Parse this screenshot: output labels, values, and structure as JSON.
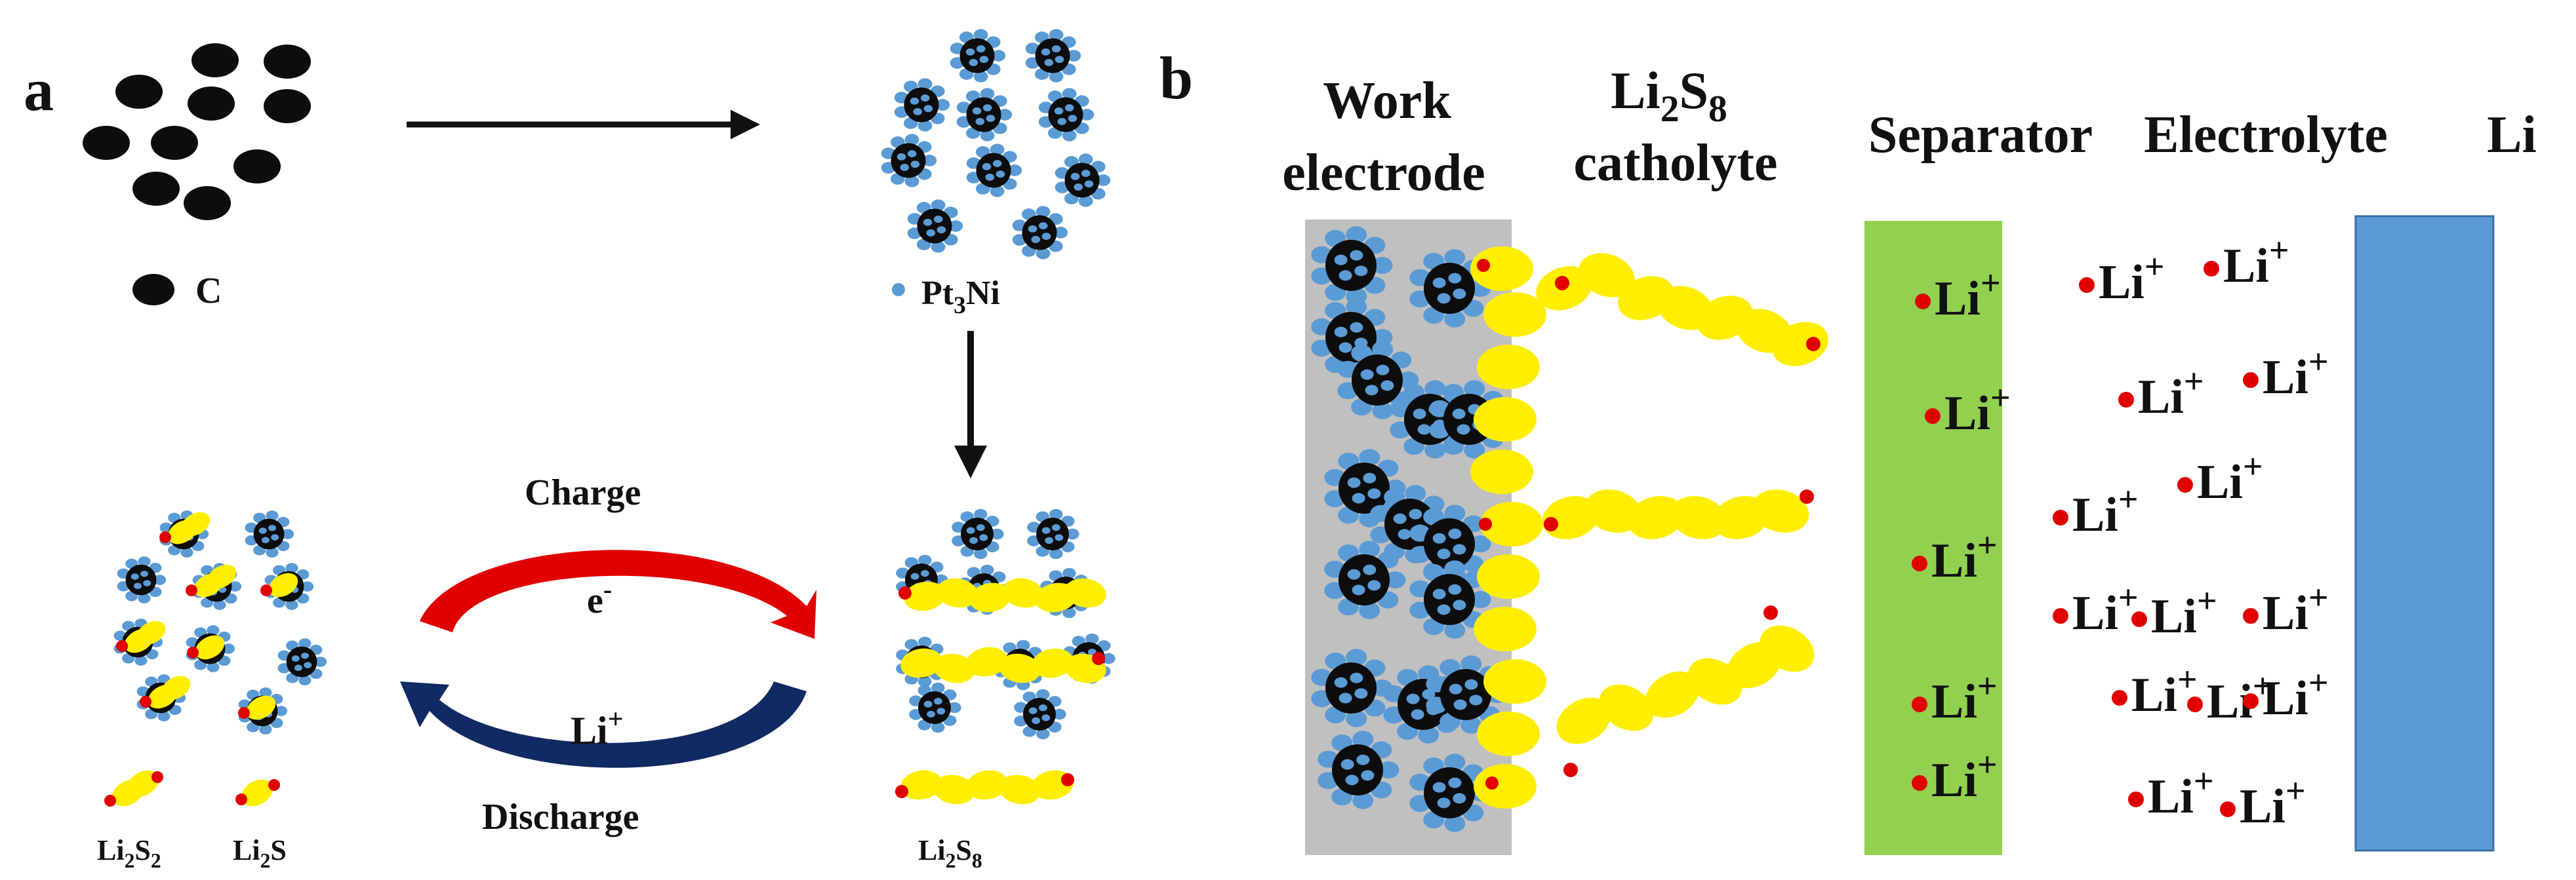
{
  "panel_a": {
    "letter": "a",
    "legend_carbon_label": "C",
    "legend_ptni_label": "Pt3Ni",
    "charge_label": "Charge",
    "electron_label": "e-",
    "li_ion_label": "Li+",
    "discharge_label": "Discharge",
    "li2s2_label": "Li2S2",
    "li2s_label": "Li2S",
    "li2s8_label": "Li2S8"
  },
  "panel_b": {
    "letter": "b",
    "work_electrode_line1": "Work",
    "work_electrode_line2": "electrode",
    "catholyte_line1": "Li2S8",
    "catholyte_line2": "catholyte",
    "separator_label": "Separator",
    "electrolyte_label": "Electrolyte",
    "li_metal_label": "Li",
    "ion_label": "Li+"
  },
  "colors": {
    "carbon": "#0d0d0d",
    "ptni": "#5b9bd5",
    "sulfur": "#ffee00",
    "lithium_dot": "#e00000",
    "charge_arrow": "#e00000",
    "discharge_arrow": "#102a63",
    "work_electrode_bg": "#c0c0c0",
    "separator": "#92d050",
    "li_metal": "#5b9bd5"
  }
}
